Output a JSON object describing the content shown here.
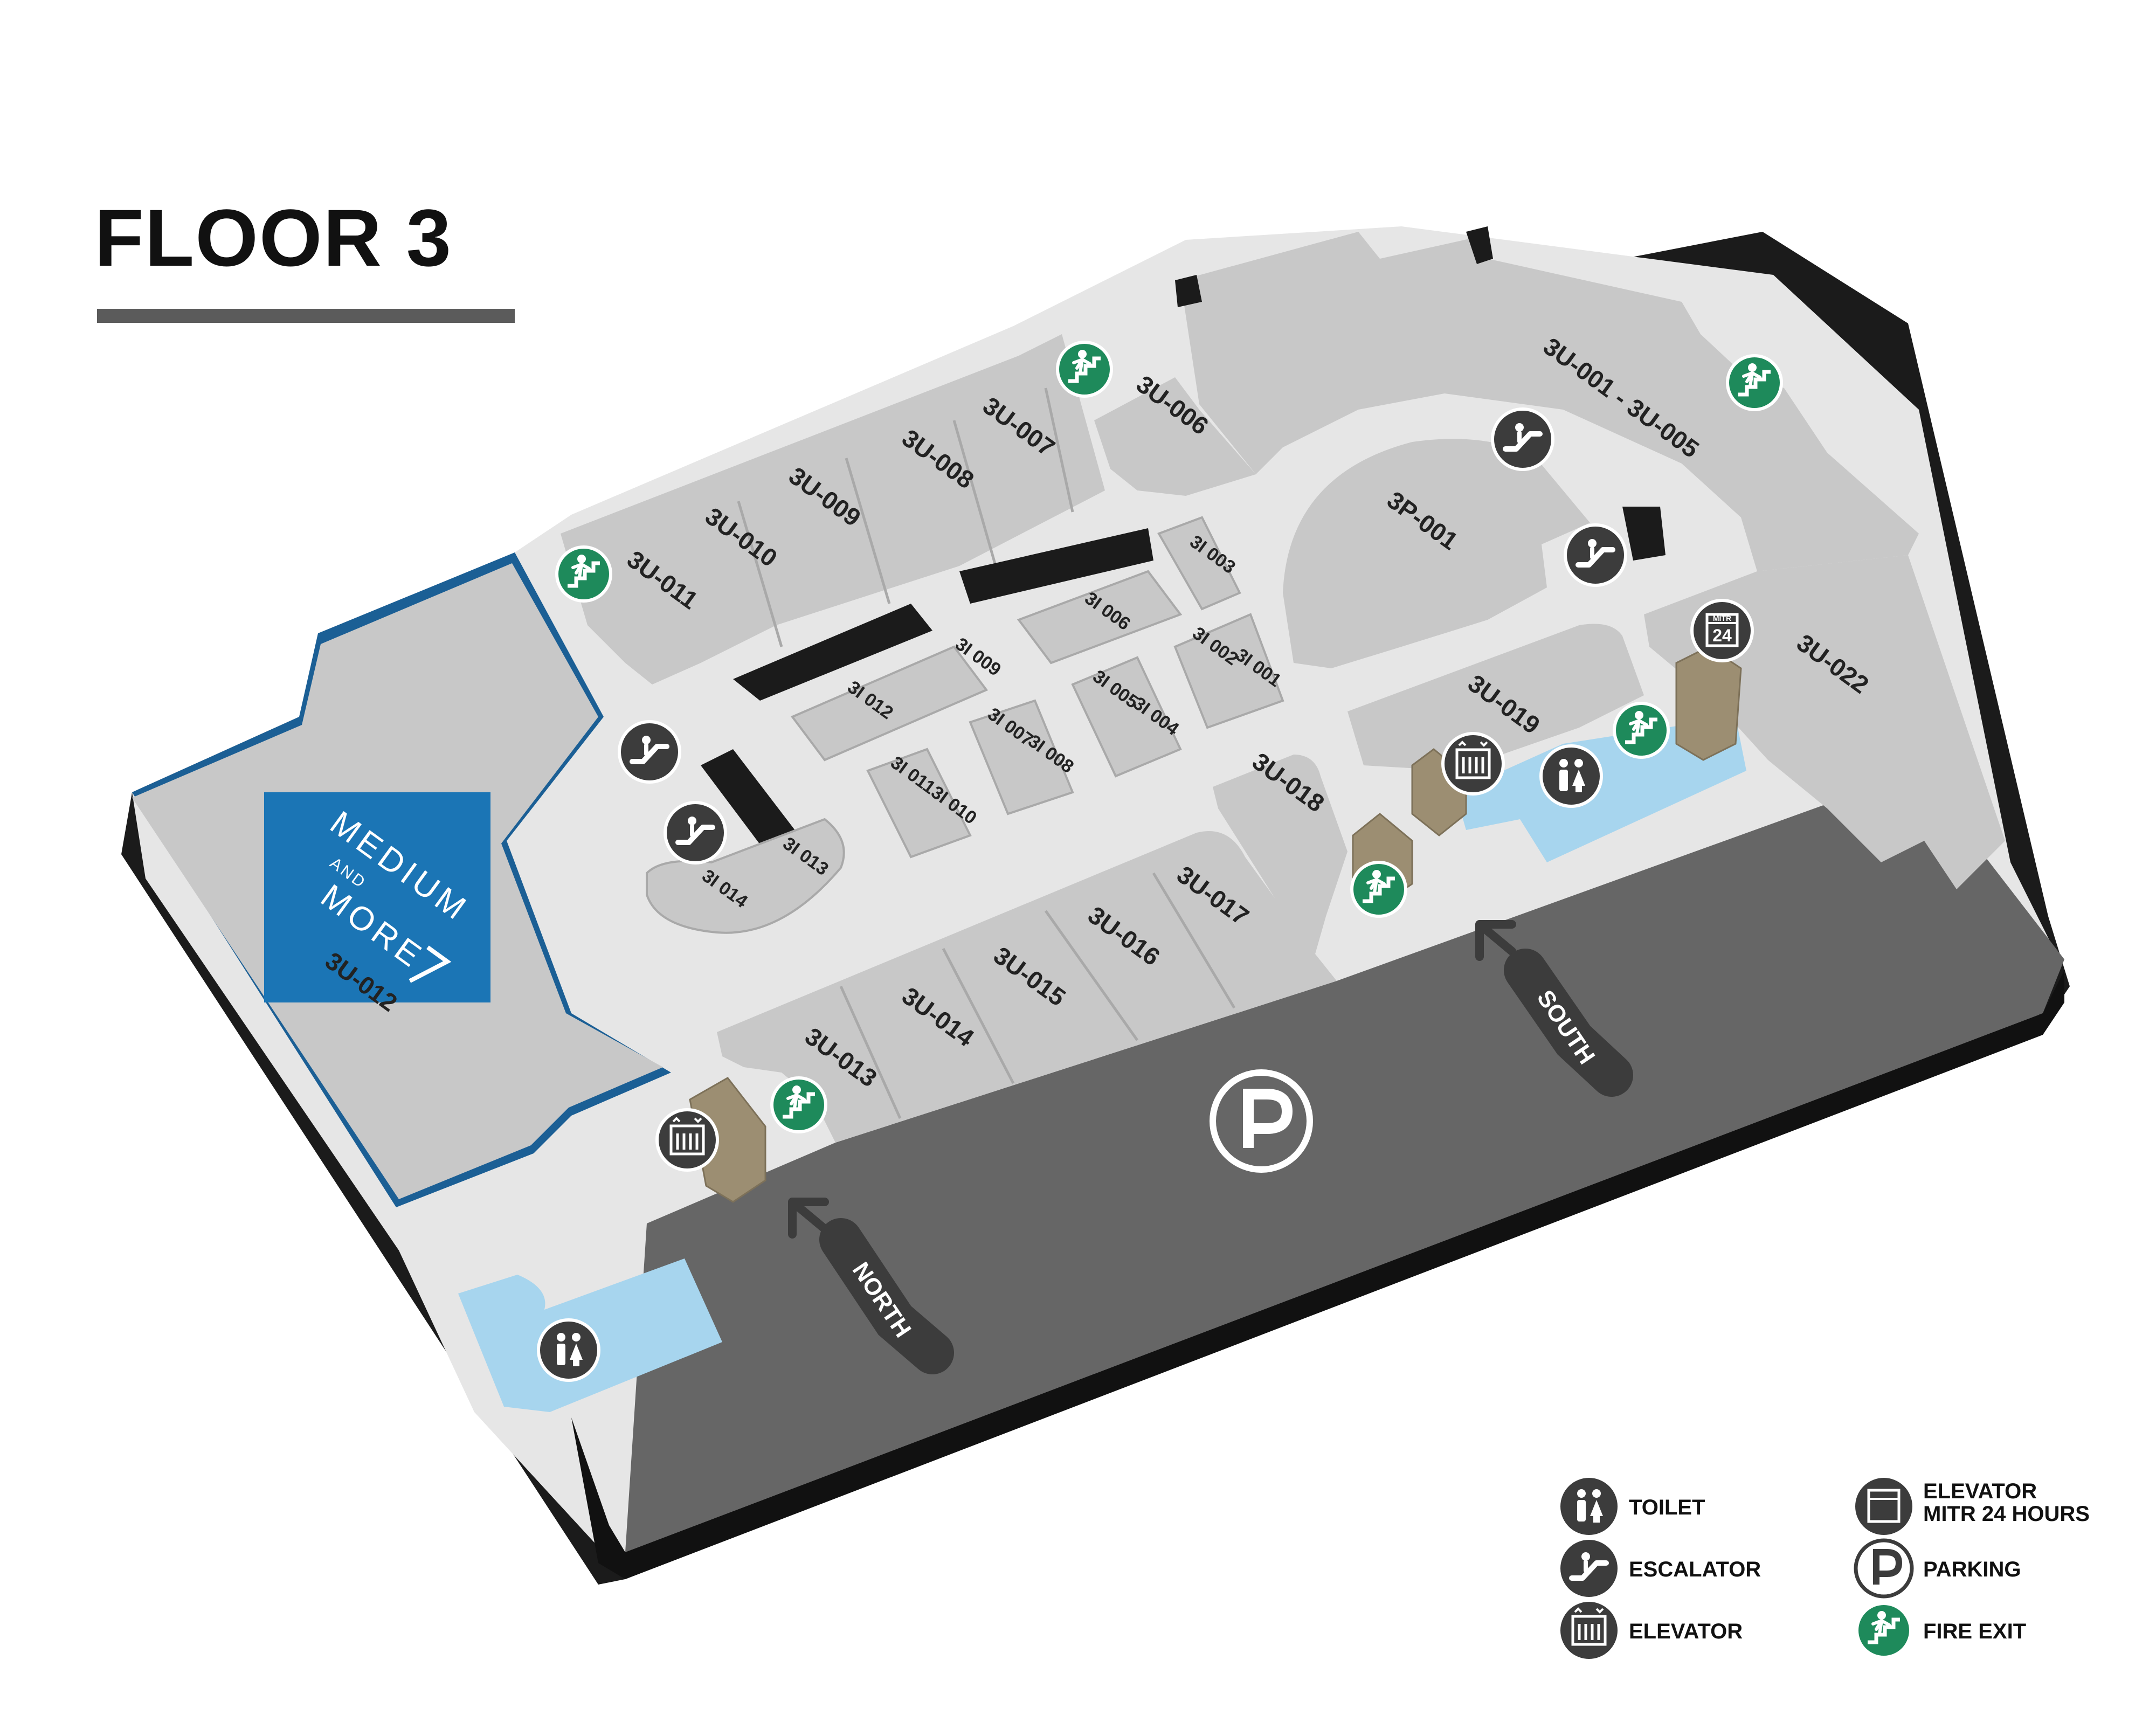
{
  "title": "FLOOR 3",
  "colors": {
    "floor": "#e6e6e6",
    "shop": "#c8c8c8",
    "shop_edge": "#a9a9a9",
    "parking": "#666666",
    "base": "#1b1b1b",
    "brand_blue": "#1b75b5",
    "restroom_blue": "#a7d5ee",
    "icon_dark": "#3c3c3c",
    "fire_exit_green": "#1e8a5b",
    "elevator_tan": "#9c8e72"
  },
  "units": {
    "u001_005": "3U-001 - 3U-005",
    "u006": "3U-006",
    "u007": "3U-007",
    "u008": "3U-008",
    "u009": "3U-009",
    "u010": "3U-010",
    "u011": "3U-011",
    "u012": "3U-012",
    "u013": "3U-013",
    "u014": "3U-014",
    "u015": "3U-015",
    "u016": "3U-016",
    "u017": "3U-017",
    "u018": "3U-018",
    "u019": "3U-019",
    "u022": "3U-022",
    "p001": "3P-001"
  },
  "kiosks": {
    "k001": "3I 001",
    "k002": "3I 002",
    "k003": "3I 003",
    "k004": "3I 004",
    "k005": "3I 005",
    "k006": "3I 006",
    "k007": "3I 007",
    "k008": "3I 008",
    "k009": "3I 009",
    "k010": "3I 010",
    "k011": "3I 011",
    "k012": "3I 012",
    "k013": "3I 013",
    "k014": "3I 014"
  },
  "brand": {
    "line1": "MEDIUM",
    "line2": "AND",
    "line3": "MORE"
  },
  "directions": {
    "north": "NORTH",
    "south": "SOUTH"
  },
  "legend": {
    "toilet": "TOILET",
    "escalator": "ESCALATOR",
    "elevator": "ELEVATOR",
    "elevator24_line1": "ELEVATOR",
    "elevator24_line2": "MITR 24 HOURS",
    "parking": "PARKING",
    "fire_exit": "FIRE EXIT",
    "mitr_badge": "MITR",
    "badge_24": "24"
  },
  "icons": [
    "toilet-icon",
    "escalator-icon",
    "elevator-icon",
    "elevator-24-icon",
    "parking-icon",
    "fire-exit-icon",
    "north-arrow-icon",
    "south-arrow-icon"
  ]
}
